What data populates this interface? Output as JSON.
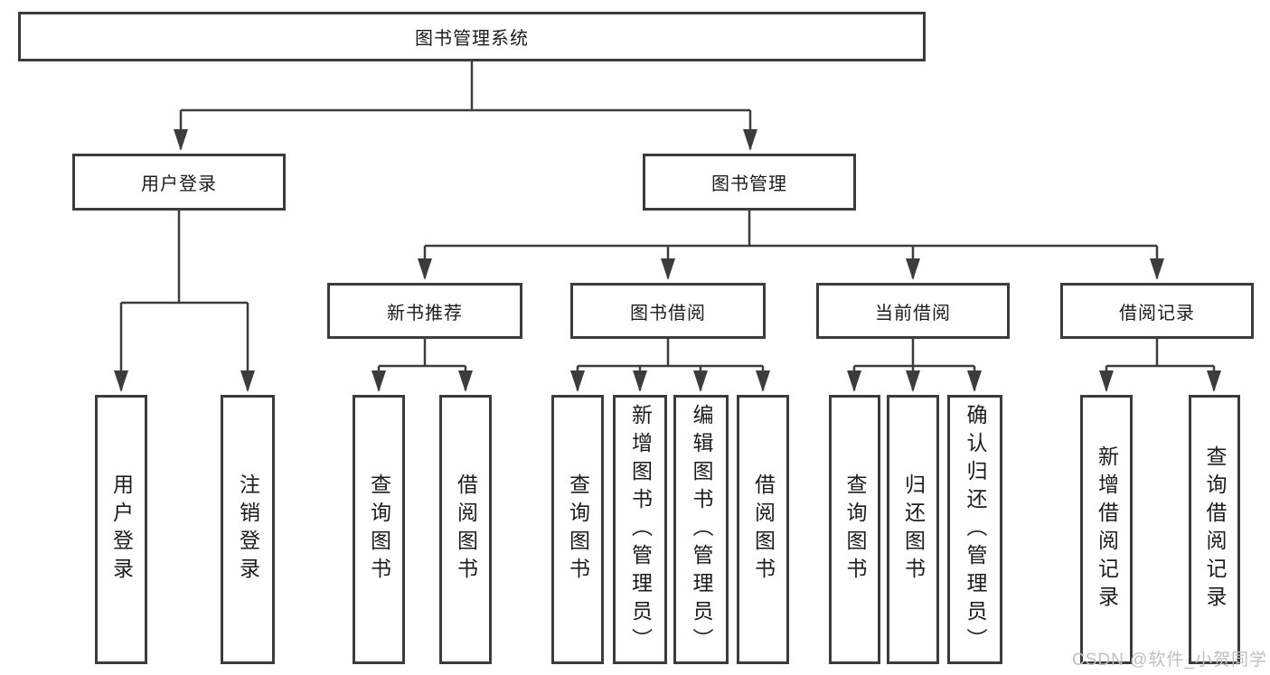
{
  "diagram": {
    "type": "hierarchy",
    "tree": {
      "root": {
        "label": "图书管理系统"
      },
      "children": [
        {
          "label": "用户登录",
          "children": [
            {
              "label": "用户登录"
            },
            {
              "label": "注销登录"
            }
          ]
        },
        {
          "label": "图书管理",
          "children": [
            {
              "label": "新书推荐",
              "children": [
                {
                  "label": "查询图书"
                },
                {
                  "label": "借阅图书"
                }
              ]
            },
            {
              "label": "图书借阅",
              "children": [
                {
                  "label": "查询图书"
                },
                {
                  "label": "新增图书（管理员）"
                },
                {
                  "label": "编辑图书（管理员）"
                },
                {
                  "label": "借阅图书"
                }
              ]
            },
            {
              "label": "当前借阅",
              "children": [
                {
                  "label": "查询图书"
                },
                {
                  "label": "归还图书"
                },
                {
                  "label": "确认归还（管理员）"
                }
              ]
            },
            {
              "label": "借阅记录",
              "children": [
                {
                  "label": "新增借阅记录"
                },
                {
                  "label": "查询借阅记录"
                }
              ]
            }
          ]
        }
      ]
    },
    "colors": {
      "line": "#3c3c3c",
      "box_border": "#3c3c3c",
      "box_fill": "#ffffff",
      "text": "#1c1c1c",
      "background": "#ffffff",
      "watermark": "#bfbfbf"
    }
  },
  "watermark": {
    "text": "CSDN @软件_小贺同学"
  }
}
